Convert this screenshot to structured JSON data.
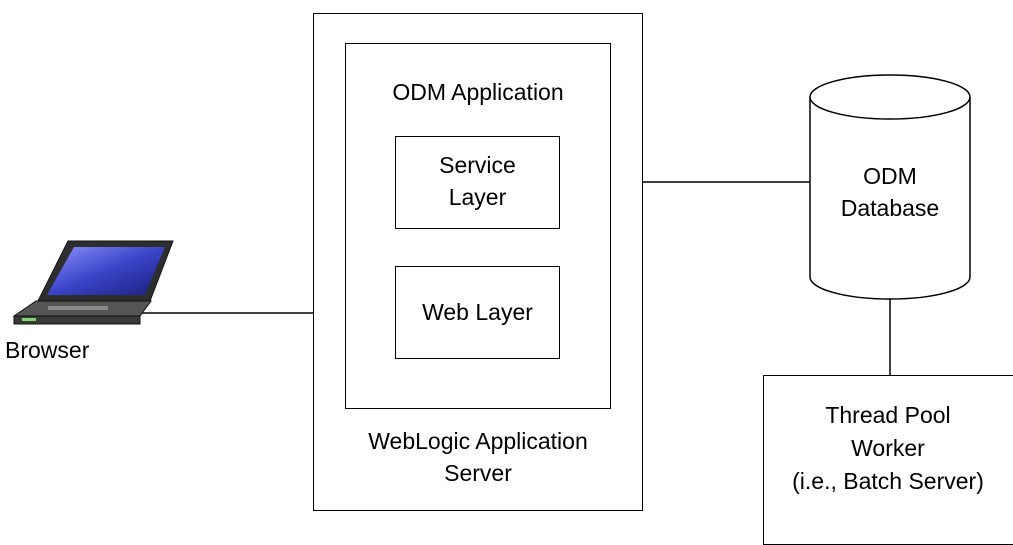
{
  "diagram": {
    "weblogic_server": {
      "label_line1": "WebLogic Application",
      "label_line2": "Server"
    },
    "odm_application": {
      "label": "ODM Application"
    },
    "service_layer": {
      "label_line1": "Service",
      "label_line2": "Layer"
    },
    "web_layer": {
      "label": "Web Layer"
    },
    "database": {
      "label_line1": "ODM",
      "label_line2": "Database"
    },
    "worker": {
      "label_line1": "Thread Pool",
      "label_line2": "Worker",
      "label_line3": "(i.e., Batch Server)"
    },
    "browser": {
      "label": "Browser",
      "icon": "laptop-icon"
    },
    "colors": {
      "line": "#000000",
      "screen": "#3a44c8",
      "laptop_body": "#3d3d3d"
    }
  }
}
